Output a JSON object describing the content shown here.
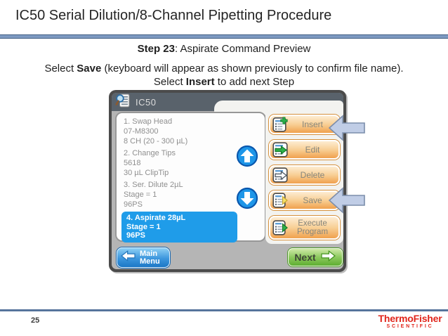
{
  "slide": {
    "title": "IC50 Serial Dilution/8-Channel Pipetting Procedure",
    "page_number": "25"
  },
  "step_heading": {
    "bold": "Step 23",
    "rest": ": Aspirate Command Preview"
  },
  "instructions": [
    {
      "pre": "Select ",
      "bold": "Save",
      "post": " (keyboard will appear as shown previously to confirm file name)."
    },
    {
      "pre": "Select ",
      "bold": "Insert",
      "post": " to add next Step"
    }
  ],
  "device": {
    "header": {
      "title": "IC50",
      "icon": "document-magnifier-icon"
    },
    "list_items": [
      "1. Swap Head",
      "07-M8300",
      "8 CH (20 - 300 µL)",
      "2. Change Tips",
      "5618",
      "30 µL ClipTip",
      "3. Ser. Dilute 2µL",
      "Stage = 1",
      "96PS"
    ],
    "selected_step": {
      "lines": [
        "4. Aspirate 28µL",
        "Stage = 1",
        "96PS"
      ]
    },
    "action_buttons": [
      {
        "label": "Insert",
        "icon": "document-add-icon"
      },
      {
        "label": "Edit",
        "icon": "document-edit-icon"
      },
      {
        "label": "Delete",
        "icon": "document-delete-icon"
      },
      {
        "label": "Save",
        "icon": "document-save-icon"
      },
      {
        "label": "Execute Program",
        "icon": "document-execute-icon"
      }
    ],
    "nav": {
      "main_menu_line1": "Main",
      "main_menu_line2": "Menu",
      "next": "Next"
    }
  },
  "logo": {
    "brand": "ThermoFisher",
    "subtitle": "SCIENTIFIC"
  },
  "colors": {
    "accent_line": "#7e9ac2",
    "highlight_blue": "#1f9ce9",
    "button_orange": "#f0a14e",
    "device_header": "#59626b",
    "brand_red": "#e1251b"
  }
}
